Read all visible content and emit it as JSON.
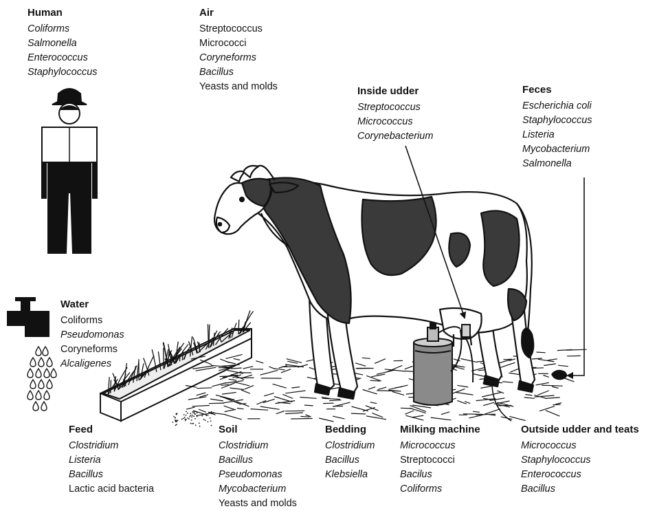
{
  "groups": {
    "human": {
      "heading": "Human",
      "items": [
        {
          "text": "Coliforms",
          "italic": true
        },
        {
          "text": "Salmonella",
          "italic": true
        },
        {
          "text": "Enterococcus",
          "italic": true
        },
        {
          "text": "Staphylococcus",
          "italic": true
        }
      ]
    },
    "air": {
      "heading": "Air",
      "items": [
        {
          "text": "Streptococcus",
          "italic": false
        },
        {
          "text": "Micrococci",
          "italic": false
        },
        {
          "text": "Coryneforms",
          "italic": true
        },
        {
          "text": "Bacillus",
          "italic": true
        },
        {
          "text": "Yeasts and molds",
          "italic": false
        }
      ]
    },
    "inside_udder": {
      "heading": "Inside udder",
      "items": [
        {
          "text": "Streptococcus",
          "italic": true
        },
        {
          "text": "Micrococcus",
          "italic": true
        },
        {
          "text": "Corynebacterium",
          "italic": true
        }
      ]
    },
    "feces": {
      "heading": "Feces",
      "items": [
        {
          "text": "Escherichia coli",
          "italic": true
        },
        {
          "text": "Staphylococcus",
          "italic": true
        },
        {
          "text": "Listeria",
          "italic": true
        },
        {
          "text": "Mycobacterium",
          "italic": true
        },
        {
          "text": "Salmonella",
          "italic": true
        }
      ]
    },
    "water": {
      "heading": "Water",
      "items": [
        {
          "text": "Coliforms",
          "italic": false
        },
        {
          "text": "Pseudomonas",
          "italic": true
        },
        {
          "text": "Coryneforms",
          "italic": false
        },
        {
          "text": "Alcaligenes",
          "italic": true
        }
      ]
    },
    "feed": {
      "heading": "Feed",
      "items": [
        {
          "text": "Clostridium",
          "italic": true
        },
        {
          "text": "Listeria",
          "italic": true
        },
        {
          "text": "Bacillus",
          "italic": true
        },
        {
          "text": "Lactic acid bacteria",
          "italic": false
        }
      ]
    },
    "soil": {
      "heading": "Soil",
      "items": [
        {
          "text": "Clostridium",
          "italic": true
        },
        {
          "text": "Bacillus",
          "italic": true
        },
        {
          "text": "Pseudomonas",
          "italic": true
        },
        {
          "text": "Mycobacterium",
          "italic": true
        },
        {
          "text": "Yeasts and molds",
          "italic": false
        }
      ]
    },
    "bedding": {
      "heading": "Bedding",
      "items": [
        {
          "text": "Clostridium",
          "italic": true
        },
        {
          "text": "Bacillus",
          "italic": true
        },
        {
          "text": "Klebsiella",
          "italic": true
        }
      ]
    },
    "milking_machine": {
      "heading": "Milking machine",
      "items": [
        {
          "text": "Micrococcus",
          "italic": true
        },
        {
          "text": "Streptococci",
          "italic": false
        },
        {
          "text": "Bacilus",
          "italic": true
        },
        {
          "text": "Coliforms",
          "italic": true
        }
      ]
    },
    "outside_udder": {
      "heading": "Outside udder and teats",
      "items": [
        {
          "text": "Micrococcus",
          "italic": true
        },
        {
          "text": "Staphylococcus",
          "italic": true
        },
        {
          "text": "Enterococcus",
          "italic": true
        },
        {
          "text": "Bacillus",
          "italic": true
        }
      ]
    }
  },
  "colors": {
    "ink": "#111111",
    "cow_patch": "#3a3a3a",
    "tap": "#1a1a1a",
    "can_body": "#8a8a8a",
    "straw": "#222222"
  }
}
